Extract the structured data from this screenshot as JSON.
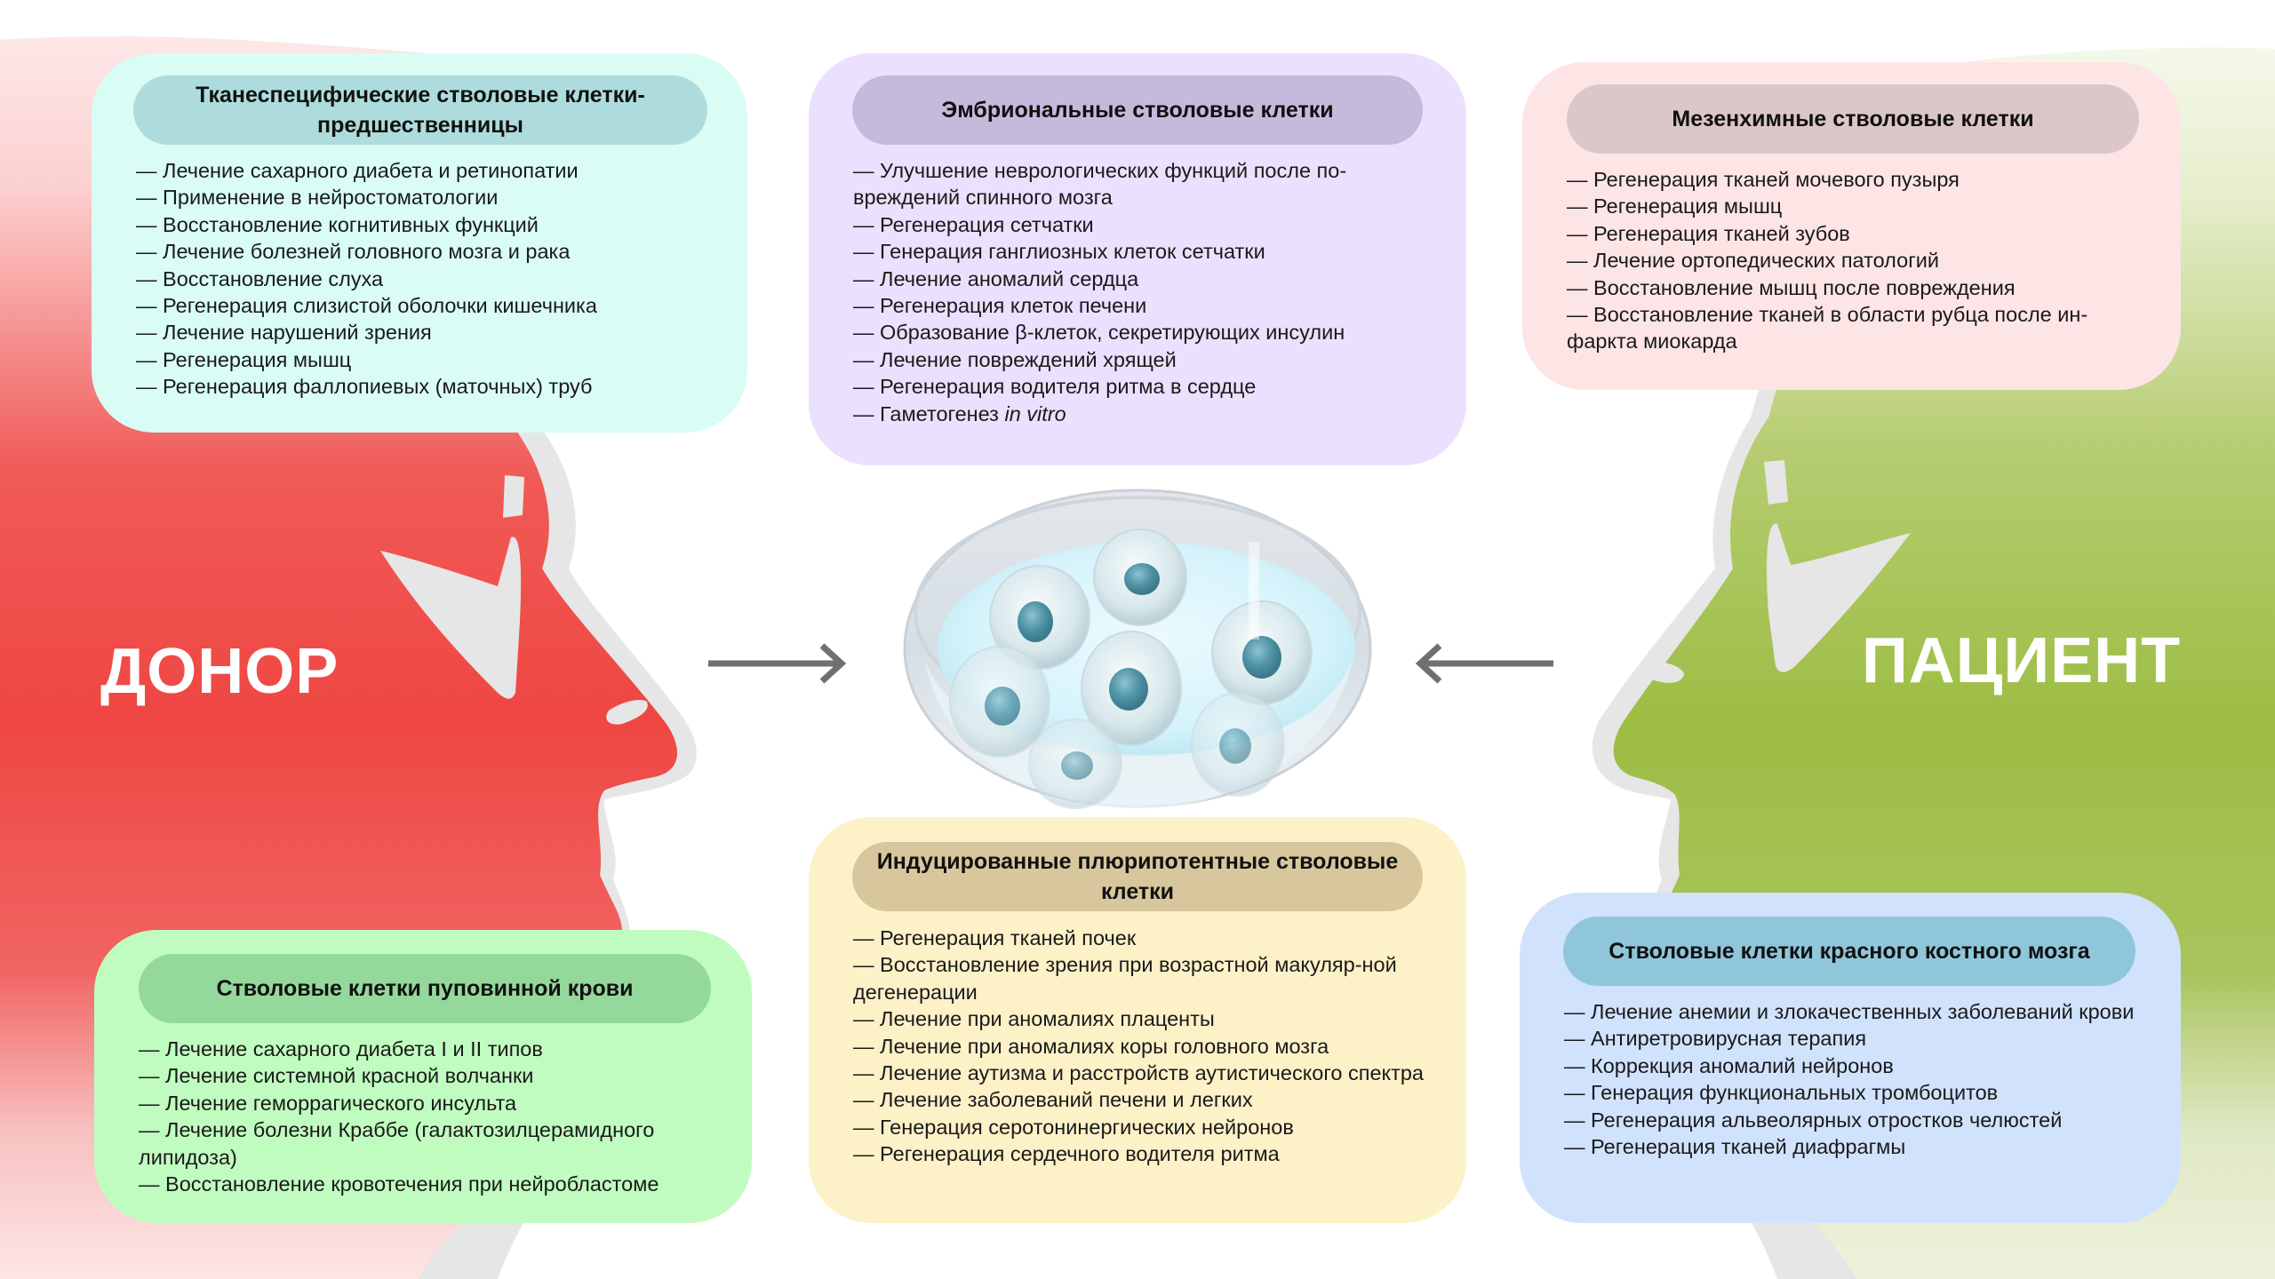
{
  "colors": {
    "donor": "#ef4743",
    "patient": "#9dbd44",
    "silhouette_outline": "#e6e6e6",
    "arrow": "#707070",
    "label_text": "#ffffff"
  },
  "labels": {
    "donor": "ДОНОР",
    "patient": "ПАЦИЕНТ"
  },
  "center": {
    "image": "petri-dish-with-stem-cells",
    "cell_count": 7
  },
  "panels": {
    "tissue_specific": {
      "title": "Тканеспецифические стволовые клетки-предшественницы",
      "items": [
        "— Лечение сахарного диабета и ретинопатии",
        "— Применение в нейростоматологии",
        "— Восстановление когнитивных функций",
        "— Лечение болезней головного мозга и рака",
        "— Восстановление слуха",
        "— Регенерация слизистой оболочки кишечника",
        "— Лечение нарушений зрения",
        "— Регенерация мышц",
        "— Регенерация фаллопиевых (маточных) труб"
      ]
    },
    "embryonic": {
      "title": "Эмбриональные стволовые клетки",
      "items": [
        "— Улучшение неврологических функций после по-вреждений спинного мозга",
        "— Регенерация сетчатки",
        "— Генерация ганглиозных клеток сетчатки",
        "— Лечение аномалий сердца",
        "— Регенерация клеток печени",
        "— Образование β-клеток, секретирующих инсулин",
        "— Лечение повреждений хрящей",
        "— Регенерация водителя ритма в сердце"
      ],
      "last_item_prefix": "— Гаметогенез ",
      "last_item_italic": "in vitro"
    },
    "mesenchymal": {
      "title": "Мезенхимные стволовые клетки",
      "items": [
        "— Регенерация тканей мочевого пузыря",
        "— Регенерация мышц",
        "— Регенерация тканей зубов",
        "— Лечение ортопедических патологий",
        "— Восстановление мышц после повреждения",
        "— Восстановление тканей в области рубца после ин-фаркта миокарда"
      ]
    },
    "cord_blood": {
      "title": "Стволовые клетки пуповинной крови",
      "items": [
        "— Лечение сахарного диабета I и II типов",
        "— Лечение системной красной волчанки",
        "— Лечение геморрагического инсульта",
        "— Лечение болезни Краббе (галактозилцерамидного липидоза)",
        "— Восстановление кровотечения при нейробластоме"
      ]
    },
    "ipsc": {
      "title": "Индуцированные плюрипотентные стволовые клетки",
      "items": [
        "— Регенерация тканей почек",
        "— Восстановление зрения при возрастной макуляр-ной дегенерации",
        "— Лечение при аномалиях плаценты",
        "— Лечение при аномалиях коры головного мозга",
        "— Лечение аутизма и расстройств аутистического спектра",
        "— Лечение заболеваний печени и легких",
        "— Генерация серотонинергических нейронов",
        "— Регенерация сердечного водителя ритма"
      ]
    },
    "bone_marrow": {
      "title": "Стволовые клетки красного костного мозга",
      "items": [
        "— Лечение анемии и злокачественных заболеваний крови",
        "— Антиретровирусная терапия",
        "— Коррекция аномалий нейронов",
        "— Генерация функциональных тромбоцитов",
        "— Регенерация альвеолярных отростков челюстей",
        "— Регенерация тканей диафрагмы"
      ]
    }
  }
}
